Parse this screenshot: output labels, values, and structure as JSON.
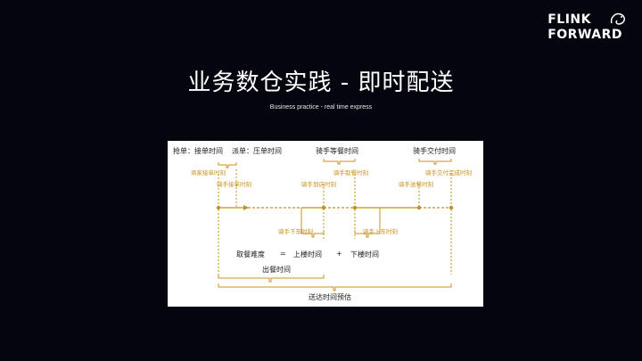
{
  "logo": {
    "line1": "FLINK",
    "line2": "FORWARD"
  },
  "slide": {
    "title": "业务数仓实践 - 即时配送",
    "subtitle": "Business practice - real time express"
  },
  "diagram": {
    "top_labels": {
      "grab": "抢单：接单时间",
      "dispatch": "派单：压单时间",
      "wait": "骑手等餐时间",
      "deliver": "骑手交付时间"
    },
    "events": {
      "merchant_accept": "商家接单时刻",
      "rider_accept": "骑手接单时刻",
      "rider_arrive_store": "骑手到店时刻",
      "rider_pickup": "骑手取餐时刻",
      "rider_send": "骑手送餐时刻",
      "rider_complete": "骑手交付完成时刻",
      "rider_get_off": "骑手下车时刻",
      "rider_get_on": "骑手上车时刻"
    },
    "formula": {
      "difficulty": "取餐难度",
      "equals": "=",
      "upstairs": "上楼时间",
      "plus": "+",
      "downstairs": "下楼时间"
    },
    "spans": {
      "meal_out": "出餐时间",
      "estimate": "送达时间预估"
    }
  },
  "colors": {
    "background": "#05050f",
    "accent": "#c8901a",
    "text": "#1a1a1a"
  }
}
